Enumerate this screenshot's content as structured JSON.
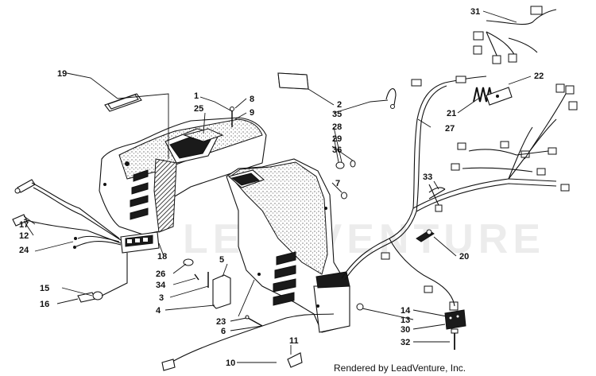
{
  "credit": "Rendered by LeadVenture, Inc.",
  "watermark": "LEADVENTURE",
  "callouts": [
    {
      "id": "c1",
      "label": "1"
    },
    {
      "id": "c2",
      "label": "2"
    },
    {
      "id": "c3",
      "label": "3"
    },
    {
      "id": "c4",
      "label": "4"
    },
    {
      "id": "c5",
      "label": "5"
    },
    {
      "id": "c6",
      "label": "6"
    },
    {
      "id": "c7",
      "label": "7"
    },
    {
      "id": "c8",
      "label": "8"
    },
    {
      "id": "c9",
      "label": "9"
    },
    {
      "id": "c10",
      "label": "10"
    },
    {
      "id": "c11",
      "label": "11"
    },
    {
      "id": "c12",
      "label": "12"
    },
    {
      "id": "c13",
      "label": "13"
    },
    {
      "id": "c14",
      "label": "14"
    },
    {
      "id": "c15",
      "label": "15"
    },
    {
      "id": "c16",
      "label": "16"
    },
    {
      "id": "c17",
      "label": "17"
    },
    {
      "id": "c18",
      "label": "18"
    },
    {
      "id": "c19",
      "label": "19"
    },
    {
      "id": "c20",
      "label": "20"
    },
    {
      "id": "c21",
      "label": "21"
    },
    {
      "id": "c22",
      "label": "22"
    },
    {
      "id": "c23",
      "label": "23"
    },
    {
      "id": "c24",
      "label": "24"
    },
    {
      "id": "c25",
      "label": "25"
    },
    {
      "id": "c26",
      "label": "26"
    },
    {
      "id": "c27",
      "label": "27"
    },
    {
      "id": "c28",
      "label": "28"
    },
    {
      "id": "c29",
      "label": "29"
    },
    {
      "id": "c30",
      "label": "30"
    },
    {
      "id": "c31",
      "label": "31"
    },
    {
      "id": "c32",
      "label": "32"
    },
    {
      "id": "c33",
      "label": "33"
    },
    {
      "id": "c34",
      "label": "34"
    },
    {
      "id": "c35",
      "label": "35"
    },
    {
      "id": "c36",
      "label": "36"
    }
  ]
}
